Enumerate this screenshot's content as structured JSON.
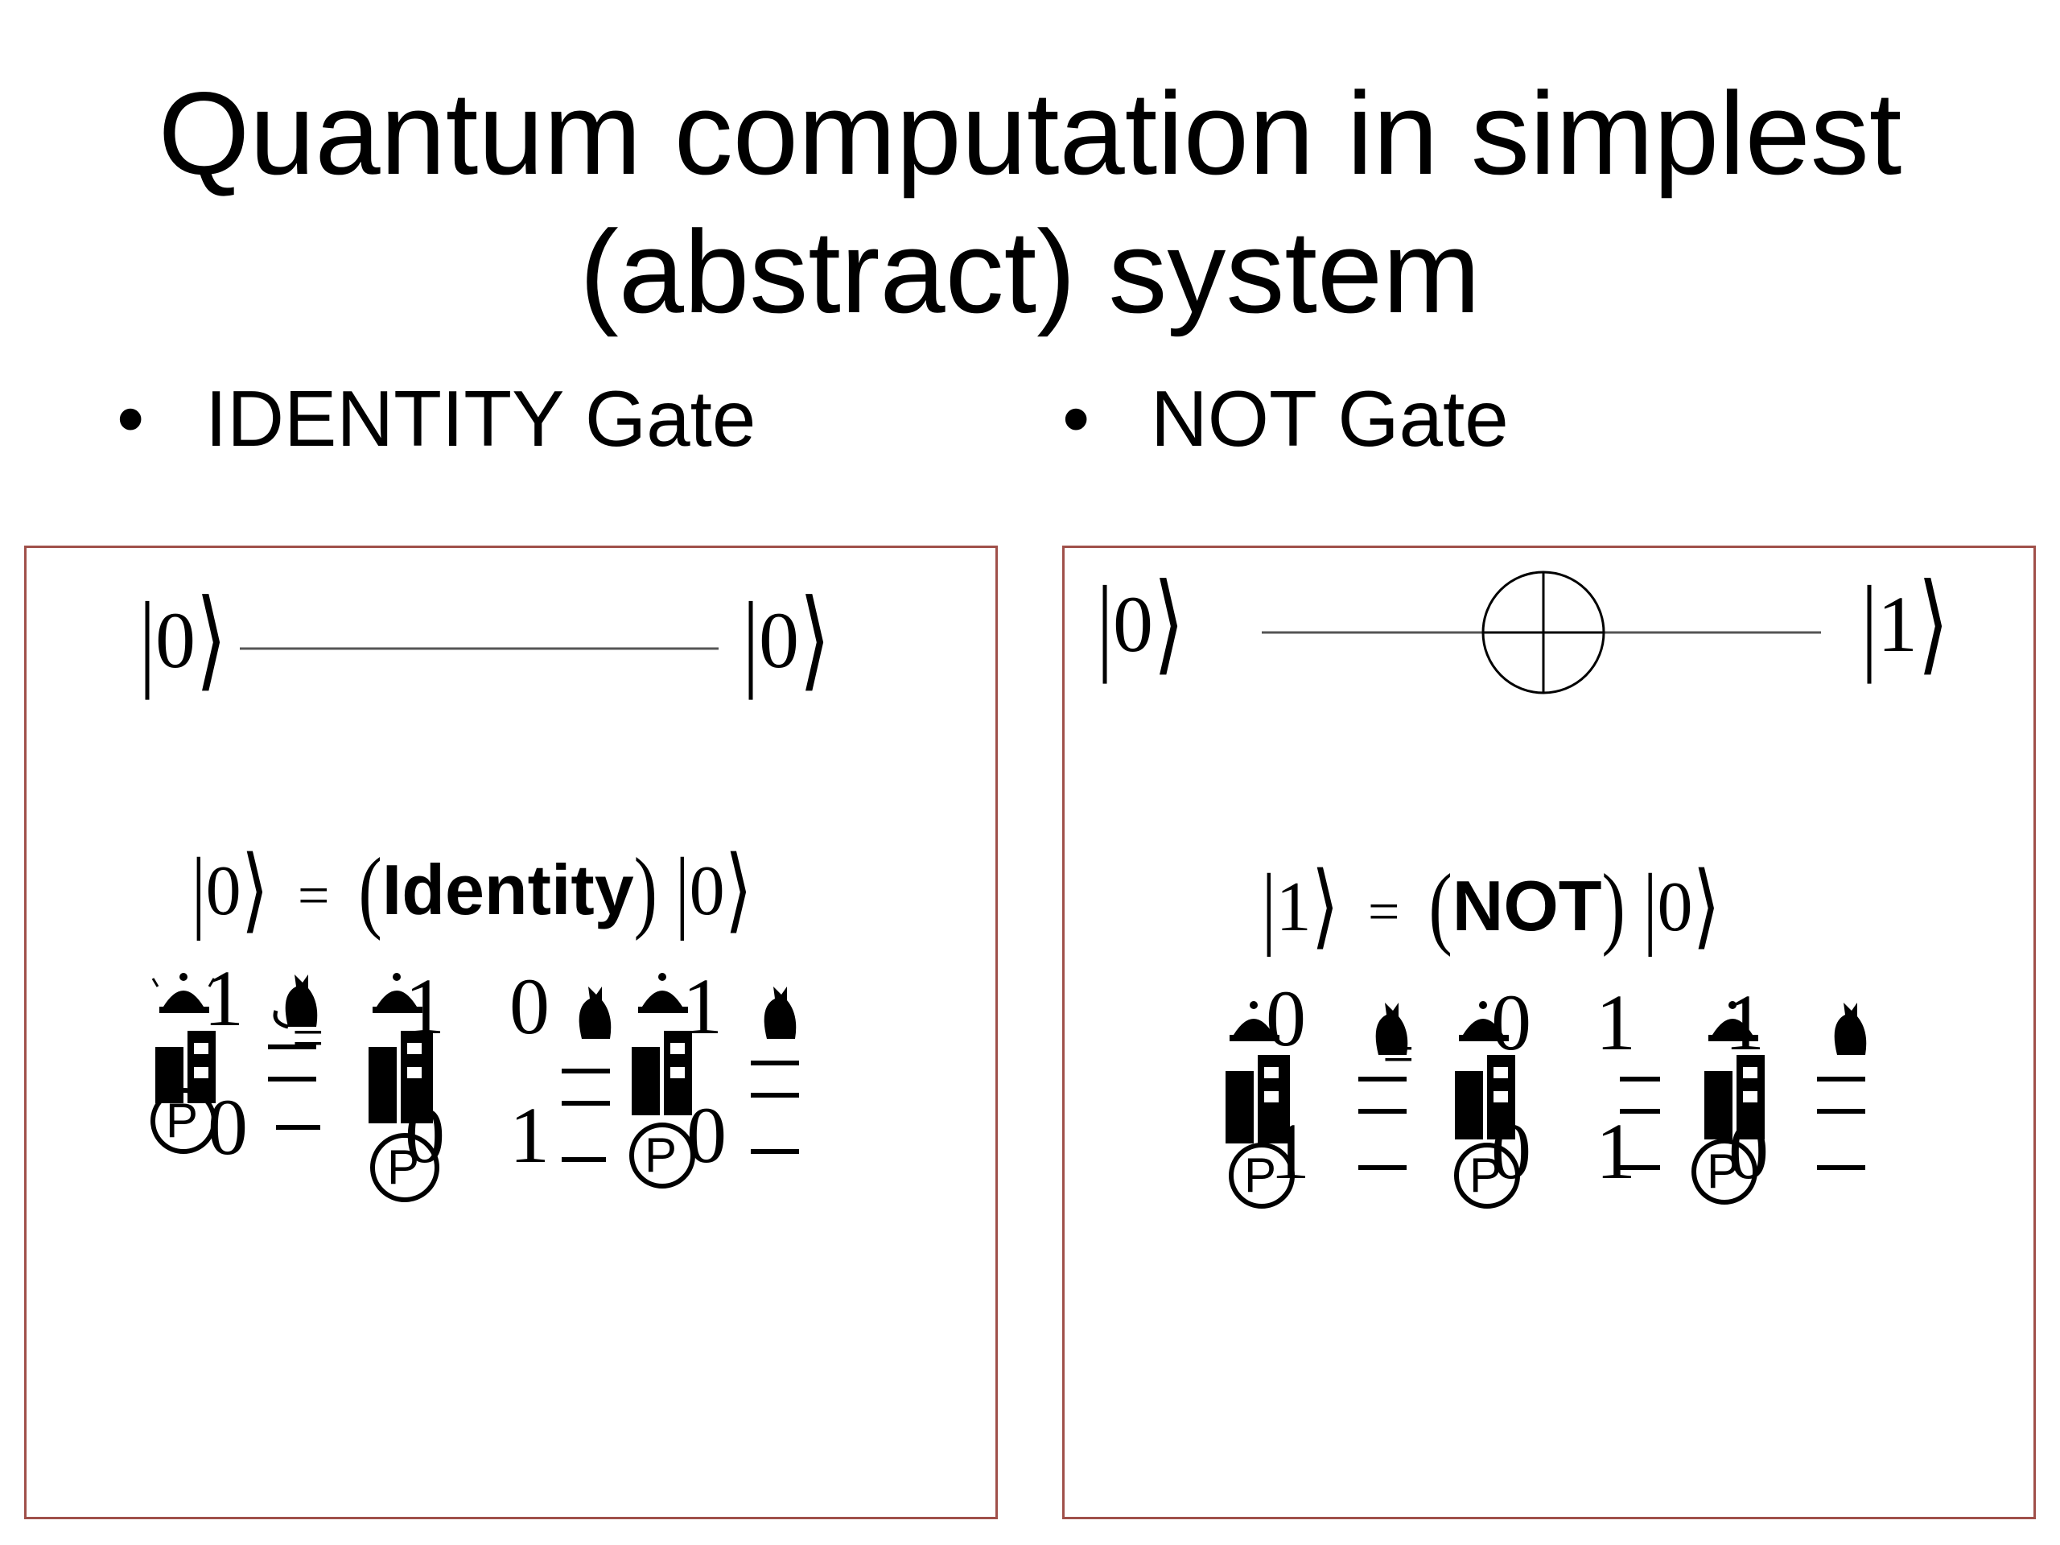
{
  "slide": {
    "title_line1": "Quantum computation in simplest",
    "title_line2": "(abstract) system",
    "bullets": [
      "IDENTITY Gate",
      "NOT Gate"
    ],
    "bullet_marker": "•"
  },
  "identity_panel": {
    "input_state": "0",
    "output_state": "0",
    "equation": {
      "lhs": "0",
      "operator": "Identity",
      "rhs": "0",
      "equals": "="
    },
    "matrix": [
      [
        "1",
        "0"
      ],
      [
        "0",
        "1"
      ]
    ],
    "input_vector": [
      "1",
      "0"
    ],
    "output_vector": [
      "1",
      "0"
    ]
  },
  "not_panel": {
    "input_state": "0",
    "output_state": "1",
    "equation": {
      "lhs": "1",
      "operator": "NOT",
      "rhs": "0",
      "equals": "="
    },
    "matrix": [
      [
        "0",
        "1"
      ],
      [
        "1",
        "0"
      ]
    ],
    "input_vector": [
      "1",
      "0"
    ],
    "output_vector": [
      "0",
      "1"
    ]
  },
  "colors": {
    "panel_border": "#a0504a",
    "text": "#000000",
    "wire": "#555555"
  },
  "icons": [
    "bell-icon",
    "cat-icon",
    "plant-icon",
    "building-icon",
    "parking-icon",
    "syringe-icon"
  ]
}
